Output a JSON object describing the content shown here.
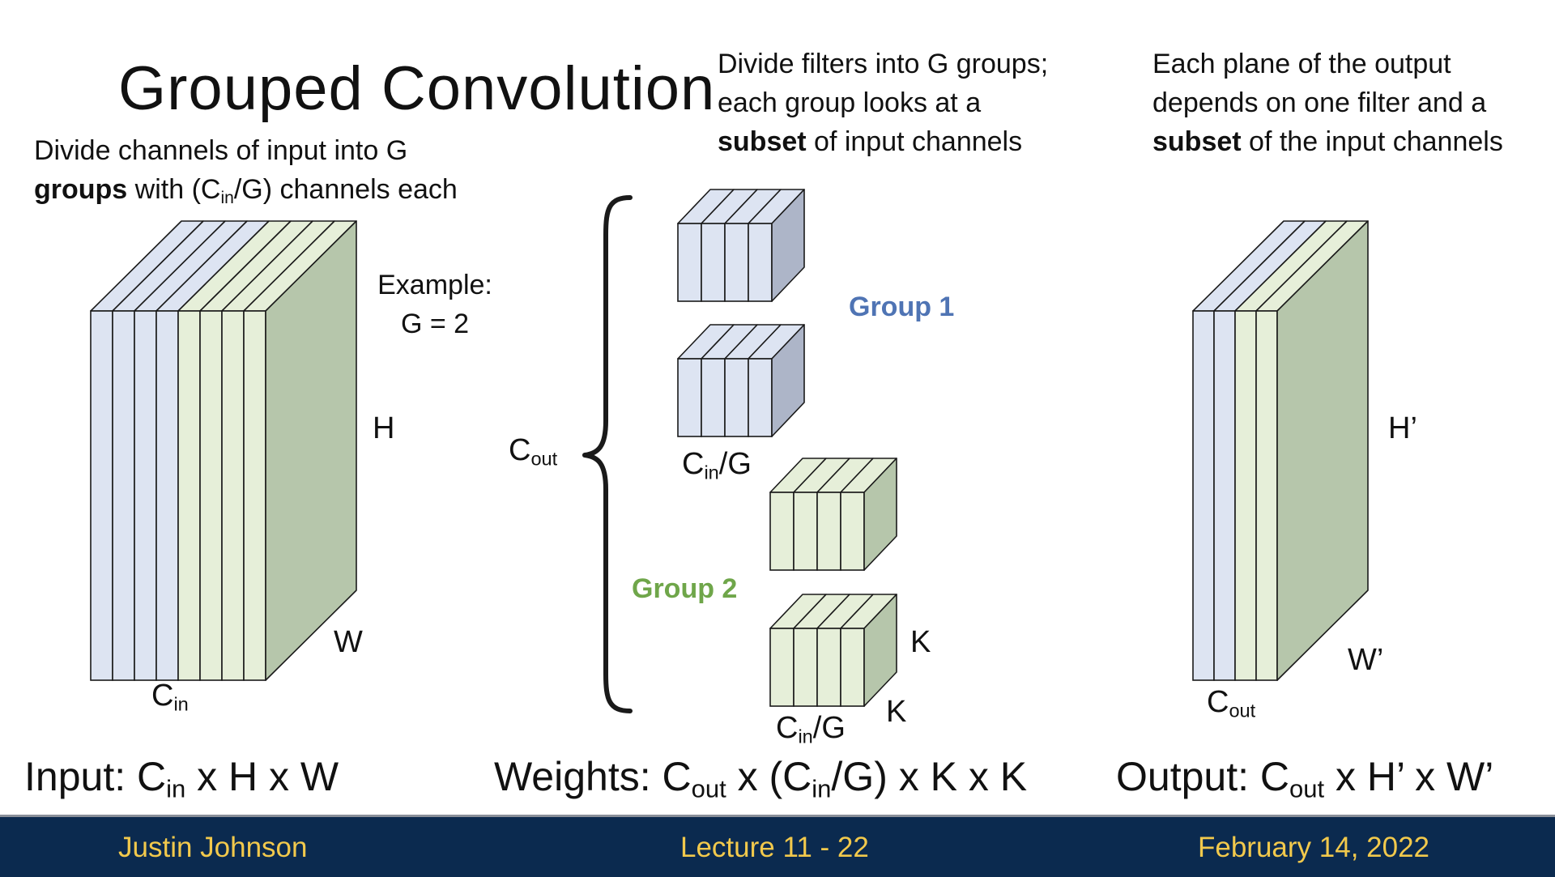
{
  "slide": {
    "title": "Grouped Convolution",
    "note_input": {
      "line1": "Divide channels of input into G",
      "bold": "groups",
      "rest": " with (C",
      "sub": "in",
      "rest2": "/G) channels each"
    },
    "note_filters": {
      "line1": "Divide filters into G groups;",
      "line2": "each group looks at a",
      "bold": "subset",
      "rest": " of input channels"
    },
    "note_output": {
      "line1": "Each plane of the output",
      "line2": "depends on one filter and a",
      "bold": "subset",
      "rest": " of the input channels"
    },
    "example": {
      "line1": "Example:",
      "line2": "G = 2"
    },
    "labels": {
      "H": "H",
      "W": "W",
      "C": "C",
      "in": "in",
      "out": "out",
      "slash_G": "/G",
      "K": "K",
      "H_prime": "H’",
      "W_prime": "W’",
      "group1": "Group 1",
      "group2": "Group 2"
    },
    "captions": {
      "input": {
        "pre": "Input: C",
        "sub": "in",
        "post": " x H x W"
      },
      "weights": {
        "pre": "Weights: C",
        "sub1": "out",
        "mid": " x (C",
        "sub2": "in",
        "post": "/G) x K x K"
      },
      "output": {
        "pre": "Output: C",
        "sub": "out",
        "post": " x H’ x W’"
      }
    },
    "colors": {
      "blue_face": "#dde4f2",
      "blue_dark": "#adb5c8",
      "green_face": "#e6efd9",
      "green_dark": "#b6c6ab",
      "stroke": "#1a1a1a",
      "group1_text": "#4f74b4",
      "group2_text": "#6fa64a",
      "footer_bg": "#0b2a4f",
      "footer_text": "#f2c94c"
    }
  },
  "footer": {
    "author": "Justin Johnson",
    "lecture": "Lecture 11 - 22",
    "date": "February 14, 2022"
  }
}
